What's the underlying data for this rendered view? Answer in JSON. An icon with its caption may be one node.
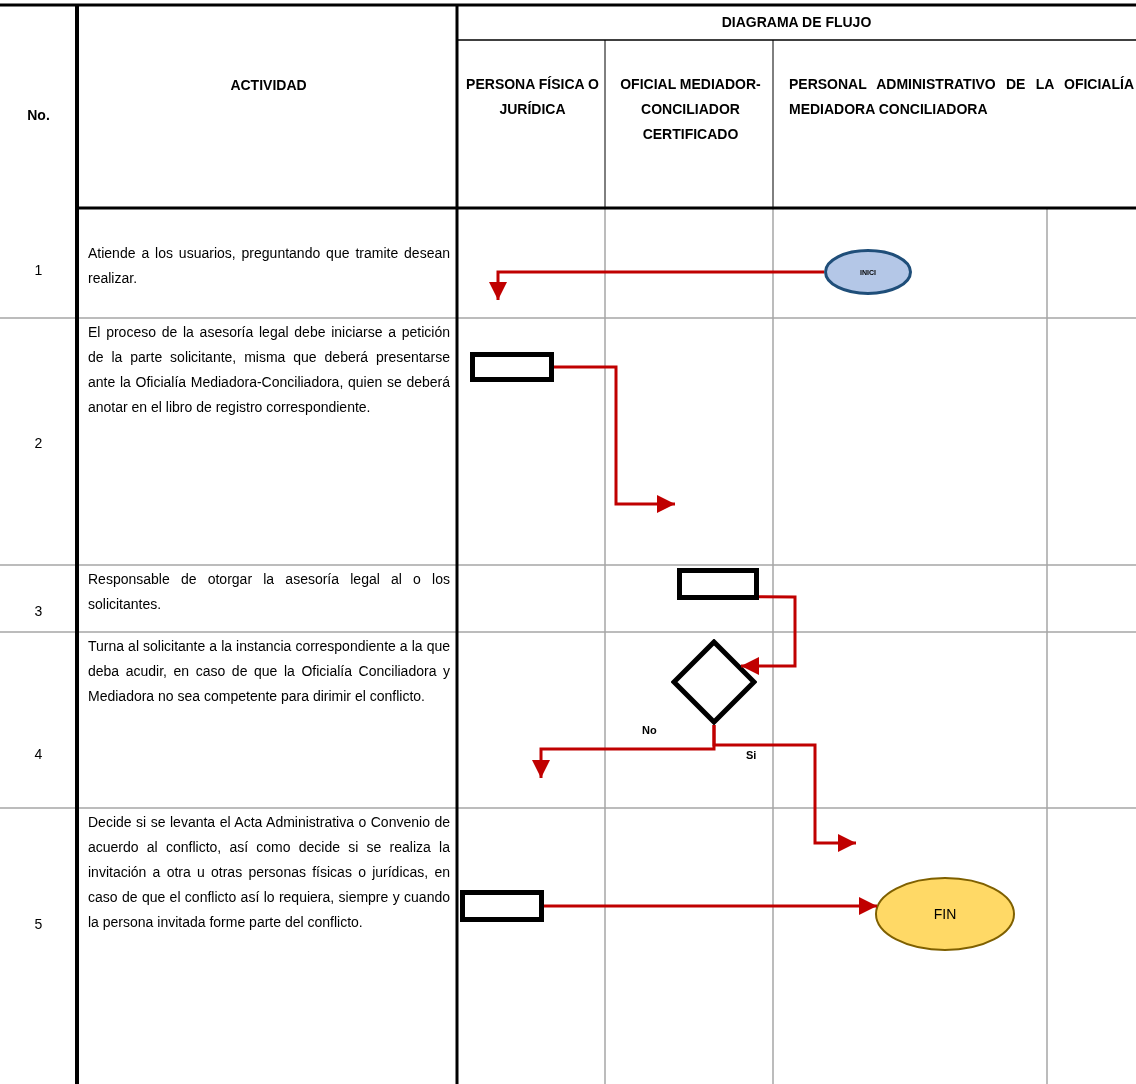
{
  "diagram": {
    "nodes": [
      {
        "text": [
          "INICI"
        ]
      },
      {
        "text": [],
        "shape": "box"
      },
      {
        "text": [],
        "shape": "box"
      },
      {
        "text": [],
        "shape": "diamond"
      },
      {
        "text": [],
        "shape": "box"
      },
      {
        "text": [
          "FIN"
        ]
      }
    ],
    "edges": [
      {
        "from": 0,
        "to": null,
        "arrow": "to"
      },
      {
        "from": 1,
        "to": null,
        "arrow": "to"
      },
      {
        "from": 2,
        "to": 3,
        "arrow": "to"
      },
      {
        "from": 3,
        "to": null,
        "arrow": "to",
        "label": "No"
      },
      {
        "from": 3,
        "to": null,
        "arrow": "to",
        "label": "Si"
      },
      {
        "from": 4,
        "to": 5,
        "arrow": "to"
      }
    ],
    "labels": [
      "DIAGRAMA DE FLUJO",
      "No.",
      "ACTIVIDAD",
      "PERSONA FÍSICA O JURÍDICA",
      "OFICIAL MEDIADOR-CONCILIADOR CERTIFICADO",
      "PERSONAL ADMINISTRATIVO DE LA OFICIALÍA MEDIADORA CONCILIADORA",
      "1",
      "Atiende a los usuarios, preguntando que tramite desean realizar.",
      "2",
      "El proceso de la asesoría legal debe iniciarse a petición de la parte solicitante, misma que deberá presentarse ante la Oficialía Mediadora-Conciliadora, quien se deberá anotar en el libro de registro correspondiente.",
      "3",
      "Responsable de otorgar la asesoría legal al o los solicitantes.",
      "4",
      "Turna al solicitante a la instancia correspondiente a la que deba acudir, en caso de que la Oficialía Conciliadora y Mediadora no sea competente para dirimir el conflicto.",
      "5",
      "Decide si se levanta el Acta Administrativa o Convenio de acuerdo al conflicto, así como decide si se realiza la invitación a otra u otras personas físicas o jurídicas, en caso de que el conflicto así lo requiera, siempre y cuando la persona invitada forme parte del conflicto."
    ]
  }
}
